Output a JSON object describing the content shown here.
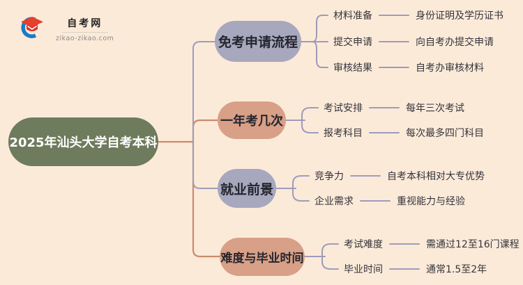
{
  "logo": {
    "site_name": "自考网",
    "site_url": "zikao-zikao.com",
    "icon": "graduation-cap-with-blue-crescent"
  },
  "root": {
    "title": "2025年汕头大学自考本科"
  },
  "branches": [
    {
      "label": "免考申请流程",
      "children": [
        {
          "label": "材料准备",
          "value": "身份证明及学历证书"
        },
        {
          "label": "提交申请",
          "value": "向自考办提交申请"
        },
        {
          "label": "审核结果",
          "value": "自考办审核材料"
        }
      ]
    },
    {
      "label": "一年考几次",
      "children": [
        {
          "label": "考试安排",
          "value": "每年三次考试"
        },
        {
          "label": "报考科目",
          "value": "每次最多四门科目"
        }
      ]
    },
    {
      "label": "就业前景",
      "children": [
        {
          "label": "竞争力",
          "value": "自考本科相对大专优势"
        },
        {
          "label": "企业需求",
          "value": "重视能力与经验"
        }
      ]
    },
    {
      "label": "难度与毕业时间",
      "children": [
        {
          "label": "考试难度",
          "value": "需通过12至16门课程"
        },
        {
          "label": "毕业时间",
          "value": "通常1.5至2年"
        }
      ]
    }
  ],
  "colors": {
    "background": "#fcead9",
    "root_node": "#6e7b5c",
    "root_text": "#ffffff",
    "node_gray": "#a7a7be",
    "node_tan": "#d7a087",
    "node_text": "#25252e",
    "line_gray": "#9c9cba",
    "line_salmon": "#cb8a6c",
    "leaf_text": "#34343a",
    "logo_blue": "#1a7cc4",
    "logo_red": "#e6402e"
  }
}
